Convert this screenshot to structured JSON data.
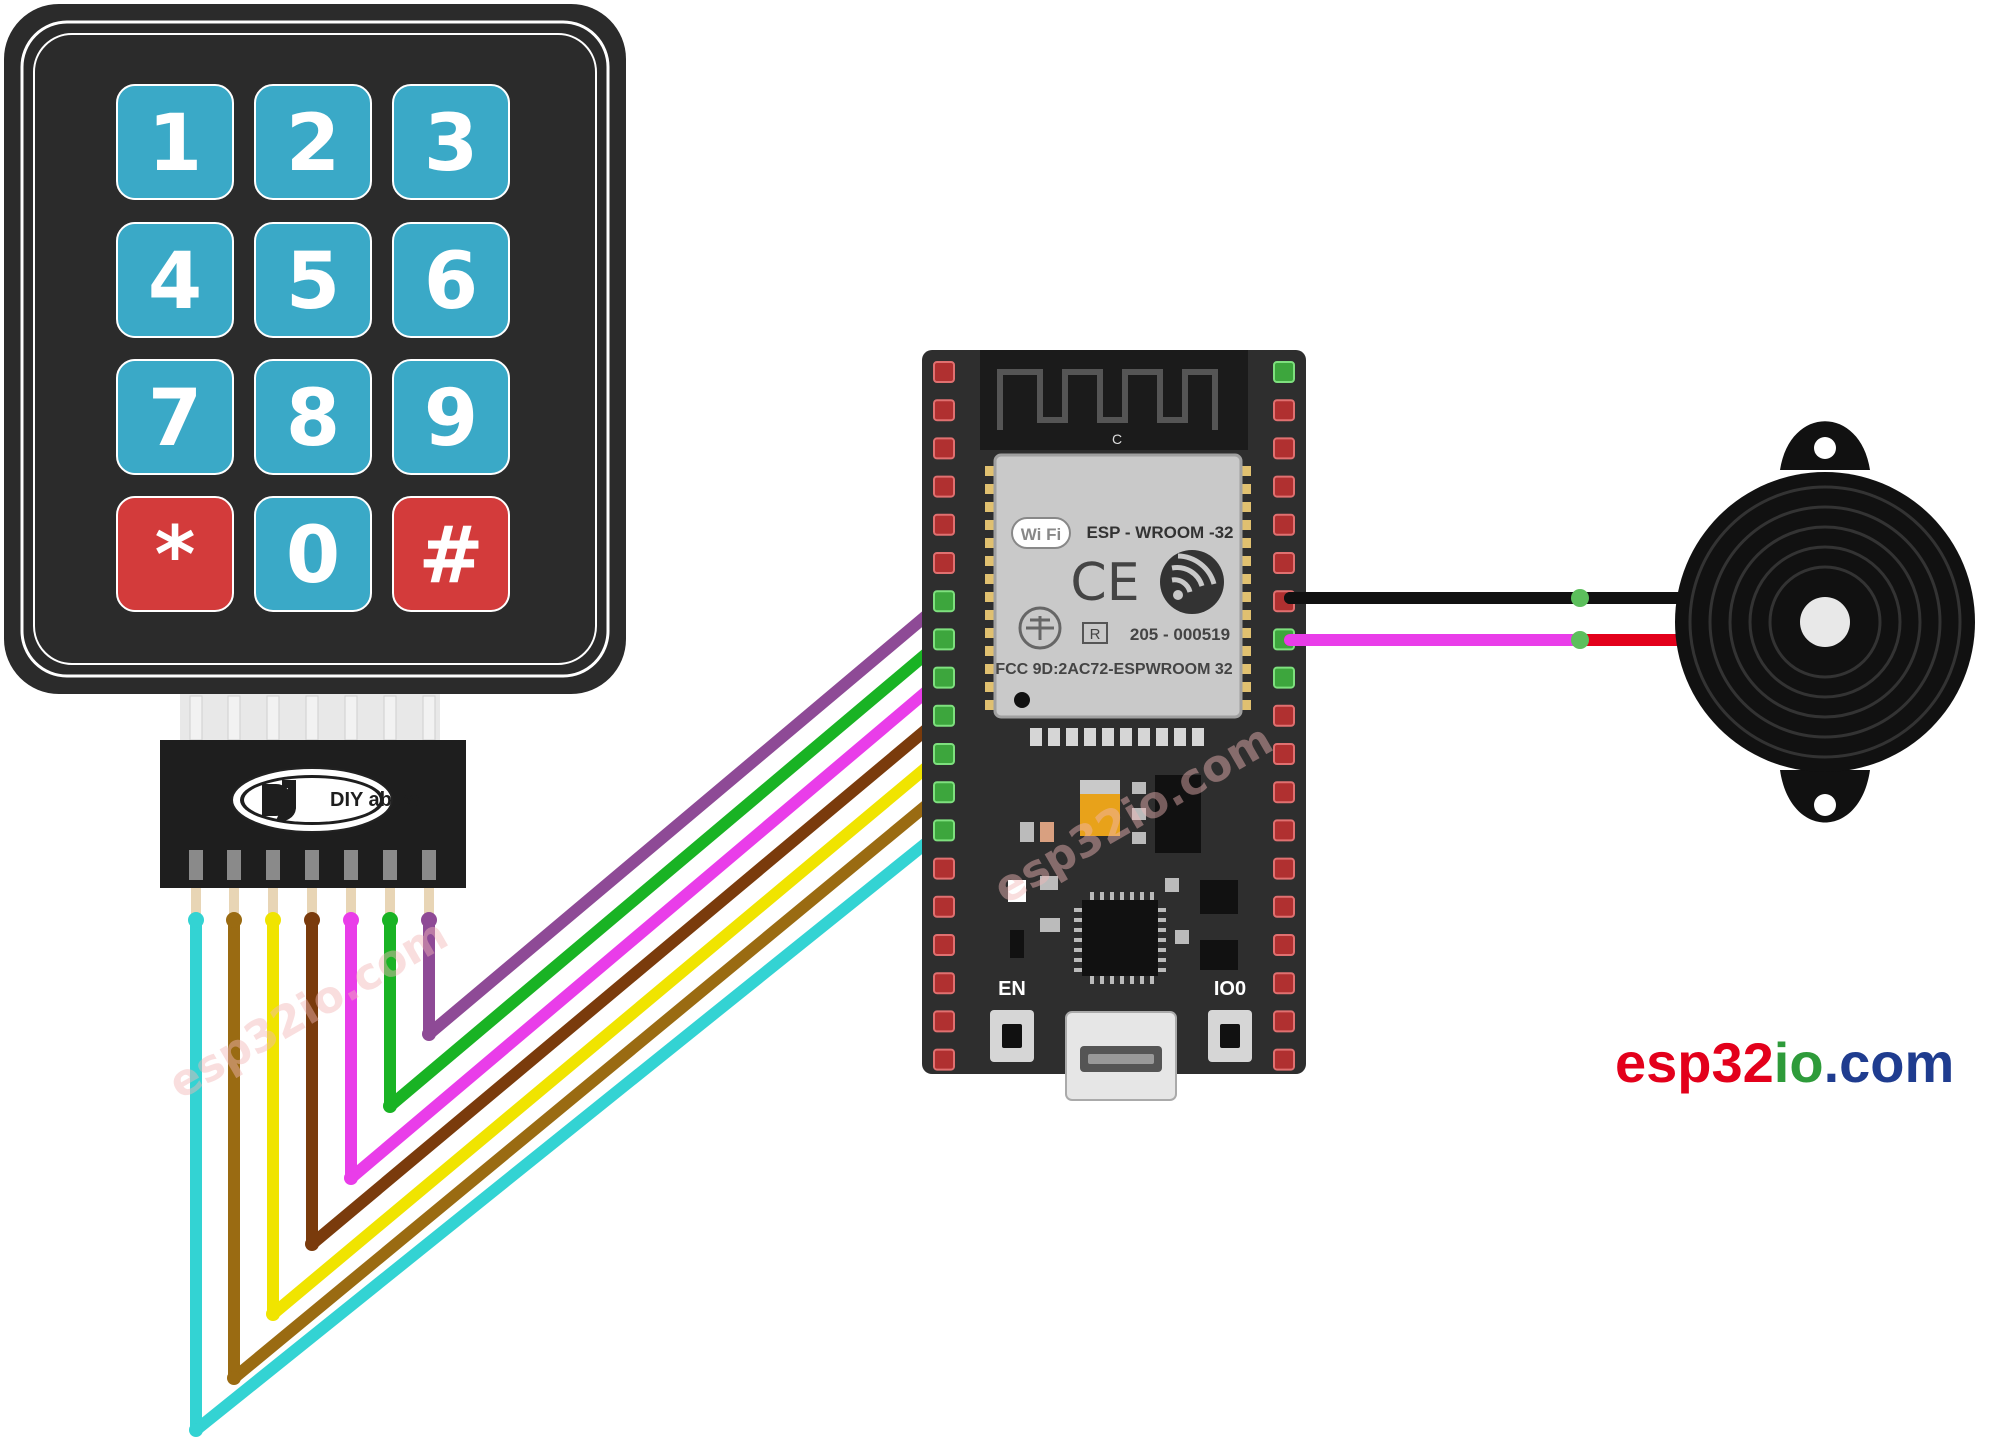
{
  "keypad": {
    "keys": [
      "1",
      "2",
      "3",
      "4",
      "5",
      "6",
      "7",
      "8",
      "9",
      "*",
      "0",
      "#"
    ],
    "colors": {
      "normal": "#3aa9c7",
      "special": "#d33b3b",
      "body": "#2b2b2b"
    },
    "logo": "DIY ables"
  },
  "esp32": {
    "module_name": "ESP - WROOM -32",
    "wifi_label": "Wi Fi",
    "ce_label": "CE",
    "cert_label": "205 - 000519",
    "r_label": "R",
    "fcc_label": "FCC 9D:2AC72-ESPWROOM 32",
    "antenna_label": "C",
    "button_en": "EN",
    "button_io0": "IO0",
    "watermark": "esp32io.com"
  },
  "buzzer": {
    "wire_colors": {
      "negative": "#111111",
      "positive": "#e3001b"
    }
  },
  "wires": {
    "colors": [
      "#8e4a96",
      "#19b324",
      "#e93de9",
      "#7a3b0c",
      "#f0e400",
      "#9a6b12",
      "#33d3d3"
    ]
  },
  "brand": {
    "part1": "esp32",
    "part2": "io",
    "part3": ".com",
    "colors": {
      "part1": "#e3001b",
      "part2": "#2e9b3a",
      "part3": "#1f3c8f"
    }
  },
  "watermark_text": "esp32io.com"
}
